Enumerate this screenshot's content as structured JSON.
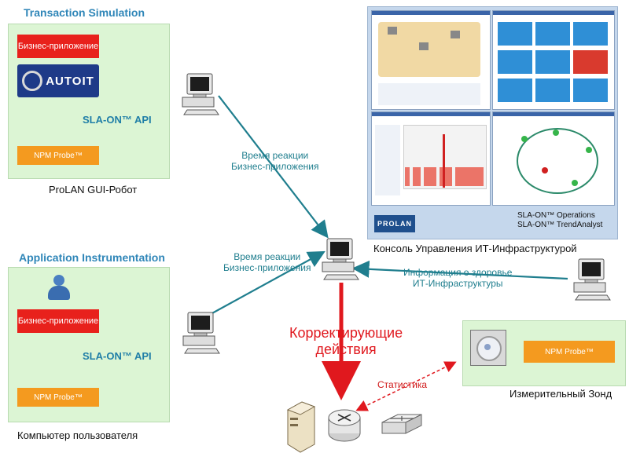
{
  "transaction": {
    "title": "Transaction Simulation",
    "app_label": "Бизнес-приложение",
    "logo_text": "AUTOIT",
    "api_label": "SLA-ON™ API",
    "probe_label": "NPM Probe™",
    "caption": "ProLAN GUI-Робот"
  },
  "instrumentation": {
    "title": "Application Instrumentation",
    "app_label": "Бизнес-приложение",
    "api_label": "SLA-ON™ API",
    "probe_label": "NPM Probe™",
    "caption": "Компьютер пользователя"
  },
  "console": {
    "brand": "PROLAN",
    "products": [
      "SLA-ON™ Operations",
      "SLA-ON™ TrendAnalyst"
    ],
    "caption": "Консоль Управления ИТ-Инфраструктурой"
  },
  "probe_station": {
    "probe_label": "NPM Probe™",
    "caption": "Измерительный Зонд"
  },
  "edges": {
    "response_top": [
      "Время реакции",
      "Бизнес-приложения"
    ],
    "response_mid": [
      "Время реакции",
      "Бизнес-приложения"
    ],
    "health": [
      "Информация о здоровье",
      "ИТ-Инфраструктуры"
    ],
    "corrective": [
      "Корректирующие",
      "действия"
    ],
    "stats": "Статистика"
  },
  "colors": {
    "panel": "#dcf5d4",
    "title": "#2f86b8",
    "app_red": "#e8211c",
    "probe_orange": "#f49a1f",
    "arrow_teal": "#1f7e8e",
    "arrow_red": "#e0181e"
  }
}
